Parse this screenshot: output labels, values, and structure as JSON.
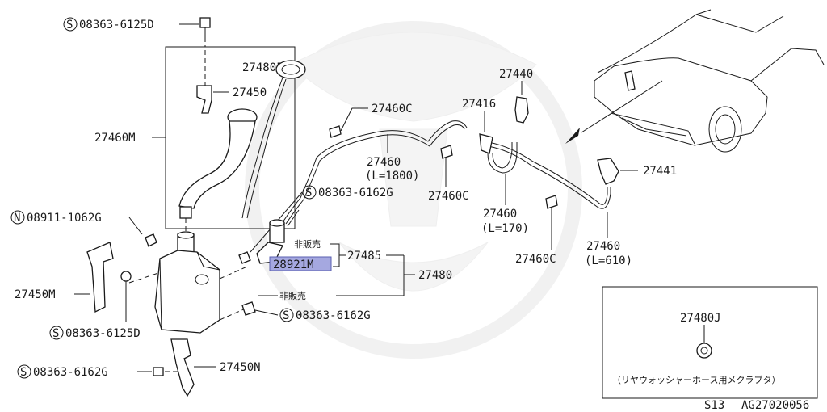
{
  "diagram": {
    "labels": {
      "bolt_top": "08363-6125D",
      "cap": "27480F",
      "bracket_small": "27450",
      "filler_neck": "27460M",
      "nut_left": "08911-1062G",
      "bracket_left": "27450M",
      "bolt_left": "08363-6125D",
      "bolt_bottom": "08363-6162G",
      "bracket_bottom": "27450N",
      "bolt_pump": "08363-6162G",
      "bolt_tank_right": "08363-6162G",
      "not_for_sale_1": "非販売",
      "not_for_sale_2": "非販売",
      "pump_part": "28921M",
      "assy_pump": "27485",
      "assy_tank": "27480",
      "clip_upper": "27460C",
      "hose_1800": "27460",
      "hose_1800_len": "(L=1800)",
      "clip_mid": "27460C",
      "joint": "27416",
      "nozzle_top": "27440",
      "hose_170": "27460",
      "hose_170_len": "(L=170)",
      "clip_lower": "27460C",
      "nozzle_right": "27441",
      "hose_610": "27460",
      "hose_610_len": "(L=610)",
      "inset_part": "27480J",
      "inset_note": "（リヤウォッシャーホース用メクラブタ）",
      "code_prefix": "S13",
      "code": "AG27020056"
    },
    "circled_prefix": {
      "S": "S",
      "N": "N"
    }
  }
}
